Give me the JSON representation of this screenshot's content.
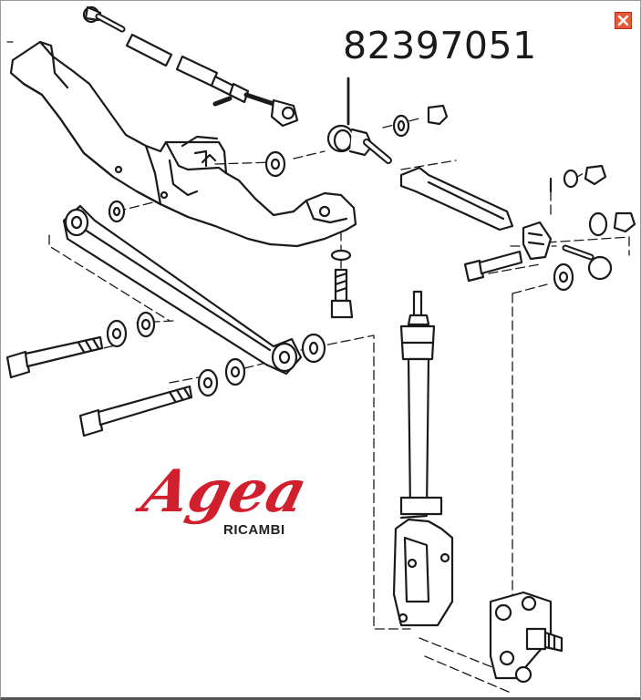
{
  "part_number": "82397051",
  "brand": {
    "name": "Agea",
    "subtitle": "RICAMBI",
    "color": "#d0202e",
    "subtitle_color": "#222222"
  },
  "window": {
    "close_icon": "close-icon",
    "close_color": "#e8593a"
  },
  "colors": {
    "line": "#1a1a1a",
    "background": "#ffffff"
  }
}
